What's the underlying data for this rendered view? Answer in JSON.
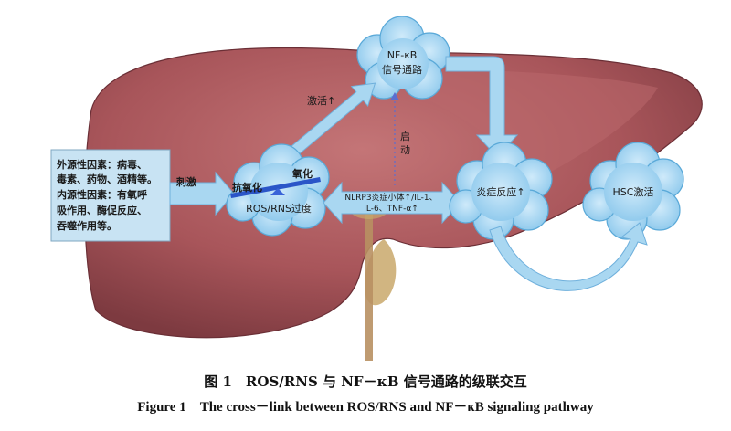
{
  "nodes": {
    "nfkb": {
      "line1": "NF-κB",
      "line2": "信号通路"
    },
    "inflammation": {
      "label": "炎症反应↑"
    },
    "hsc": {
      "label": "HSC激活"
    },
    "ros": {
      "label": "ROS/RNS过度"
    }
  },
  "balance": {
    "left": "抗氧化",
    "right": "氧化"
  },
  "external_box": {
    "lines": [
      "外源性因素：病毒、",
      "毒素、药物、酒精等。",
      "内源性因素：有氧呼",
      "吸作用、酶促反应、",
      "吞噬作用等。"
    ]
  },
  "labels": {
    "stimulate": "刺激",
    "activate": "激活↑",
    "start_1": "启",
    "start_2": "动",
    "cytokines_1": "NLRP3炎症小体↑/IL-1、",
    "cytokines_2": "IL-6、TNF-α↑"
  },
  "caption": {
    "cn": "图 1　ROS/RNS 与 NF－κB 信号通路的级联交互",
    "en": "Figure 1　The cross－link between ROS/RNS and NF－κB signaling pathway"
  },
  "colors": {
    "liver": "#a8555a",
    "liver_dark": "#7d3a40",
    "cloud": "#a8d8f2",
    "cloud_edge": "#5aa9d8",
    "arrow": "#a9d7f1",
    "box": "#c8e3f3",
    "balance_bar": "#2a55c8"
  }
}
